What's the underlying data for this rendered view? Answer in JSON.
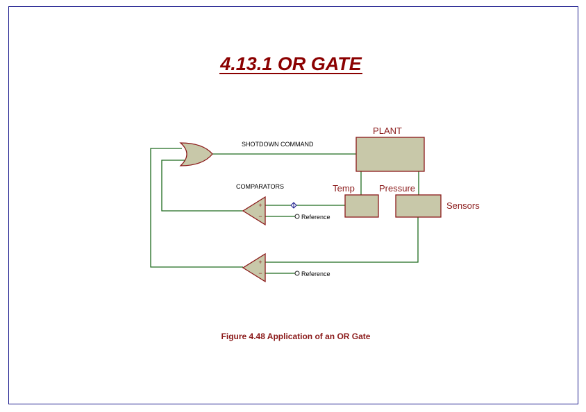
{
  "title": "4.13.1 OR GATE",
  "caption": "Figure 4.48 Application of an OR Gate",
  "labels": {
    "shutdown_command": "SHOTDOWN COMMAND",
    "plant": "PLANT",
    "comparators": "COMPARATORS",
    "temp": "Temp",
    "pressure": "Pressure",
    "sensors": "Sensors",
    "reference_1": "Reference",
    "reference_2": "Reference",
    "plus_1": "+",
    "minus_1": "−",
    "plus_2": "+",
    "minus_2": "−"
  },
  "colors": {
    "frame": "#1a1a8c",
    "title": "#8b0000",
    "component_fill": "#c8c8a9",
    "component_stroke": "#8b1a1a",
    "wire": "#1e6b1e",
    "node": "#1a1a8c",
    "label_text": "#000000"
  }
}
